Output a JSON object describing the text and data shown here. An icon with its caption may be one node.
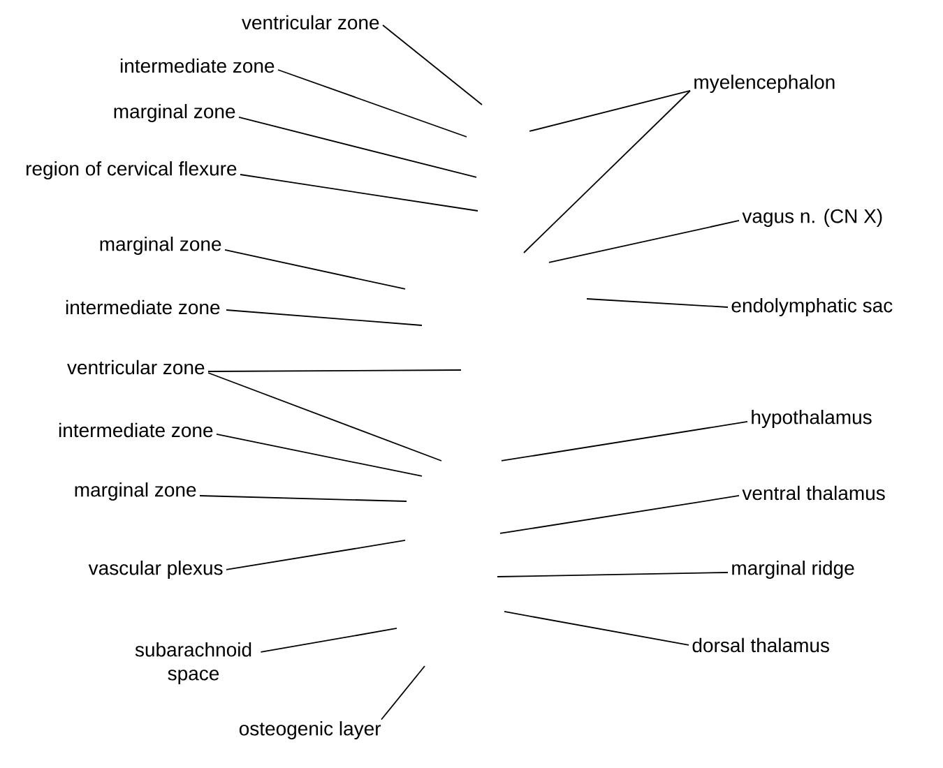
{
  "diagram": {
    "nodes": [
      {
        "text": [
          "ventricular zone"
        ]
      },
      {
        "text": [
          "intermediate zone"
        ]
      },
      {
        "text": [
          "marginal zone"
        ]
      },
      {
        "text": [
          "region of cervical flexure"
        ]
      },
      {
        "text": [
          "marginal zone"
        ]
      },
      {
        "text": [
          "intermediate zone"
        ]
      },
      {
        "text": [
          "ventricular zone"
        ]
      },
      {
        "text": [
          "intermediate zone"
        ]
      },
      {
        "text": [
          "marginal zone"
        ]
      },
      {
        "text": [
          "vascular plexus"
        ]
      },
      {
        "text": [
          "subarachnoid space"
        ]
      },
      {
        "text": [
          "osteogenic layer"
        ]
      },
      {
        "text": [
          "myelencephalon"
        ]
      },
      {
        "text": [
          "vagus n. (CN X)"
        ]
      },
      {
        "text": [
          "endolymphatic sac"
        ]
      },
      {
        "text": [
          "hypothalamus"
        ]
      },
      {
        "text": [
          "ventral thalamus"
        ]
      },
      {
        "text": [
          "marginal ridge"
        ]
      },
      {
        "text": [
          "dorsal thalamus"
        ]
      }
    ],
    "edges": [
      {
        "from": 0,
        "to": null,
        "arrow": "none"
      },
      {
        "from": 1,
        "to": null,
        "arrow": "none"
      },
      {
        "from": 2,
        "to": null,
        "arrow": "none"
      },
      {
        "from": 3,
        "to": null,
        "arrow": "none"
      },
      {
        "from": 4,
        "to": null,
        "arrow": "none"
      },
      {
        "from": 5,
        "to": null,
        "arrow": "none"
      },
      {
        "from": 6,
        "to": null,
        "arrow": "none"
      },
      {
        "from": 6,
        "to": null,
        "arrow": "none"
      },
      {
        "from": 7,
        "to": null,
        "arrow": "none"
      },
      {
        "from": 8,
        "to": null,
        "arrow": "none"
      },
      {
        "from": 9,
        "to": null,
        "arrow": "none"
      },
      {
        "from": 10,
        "to": null,
        "arrow": "none"
      },
      {
        "from": 11,
        "to": null,
        "arrow": "none"
      },
      {
        "from": 12,
        "to": null,
        "arrow": "none"
      },
      {
        "from": 12,
        "to": null,
        "arrow": "none"
      },
      {
        "from": 13,
        "to": null,
        "arrow": "none"
      },
      {
        "from": 14,
        "to": null,
        "arrow": "none"
      },
      {
        "from": 15,
        "to": null,
        "arrow": "none"
      },
      {
        "from": 16,
        "to": null,
        "arrow": "none"
      },
      {
        "from": 17,
        "to": null,
        "arrow": "none"
      },
      {
        "from": 18,
        "to": null,
        "arrow": "none"
      }
    ]
  }
}
